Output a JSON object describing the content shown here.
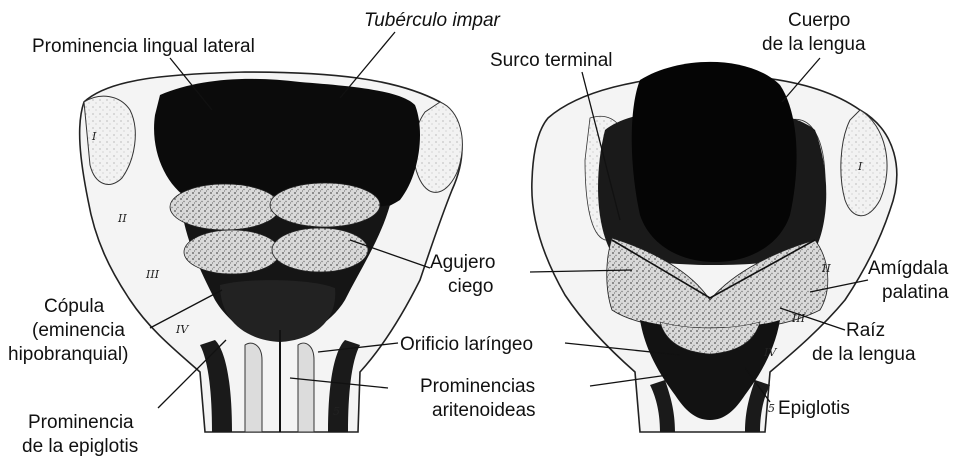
{
  "labels": {
    "prominencia_lingual_lateral": "Prominencia lingual lateral",
    "tuberculo_impar": "Tubérculo impar",
    "cuerpo_line1": "Cuerpo",
    "cuerpo_line2": "de la lengua",
    "surco_terminal": "Surco terminal",
    "agujero_line1": "Agujero",
    "agujero_line2": "ciego",
    "copula_line1": "Cópula",
    "copula_line2": "(eminencia",
    "copula_line3": "hipobranquial)",
    "amigdala_line1": "Amígdala",
    "amigdala_line2": "palatina",
    "orificio_laringeo": "Orificio laríngeo",
    "raiz_line1": "Raíz",
    "raiz_line2": "de la lengua",
    "prominencias_line1": "Prominencias",
    "prominencias_line2": "aritenoideas",
    "epiglotis": "Epiglotis",
    "prom_epiglotis_line1": "Prominencia",
    "prom_epiglotis_line2": "de la epiglotis"
  },
  "arch_numerals": {
    "i": "I",
    "ii": "II",
    "iii": "III",
    "iv": "IV",
    "five": "5"
  }
}
